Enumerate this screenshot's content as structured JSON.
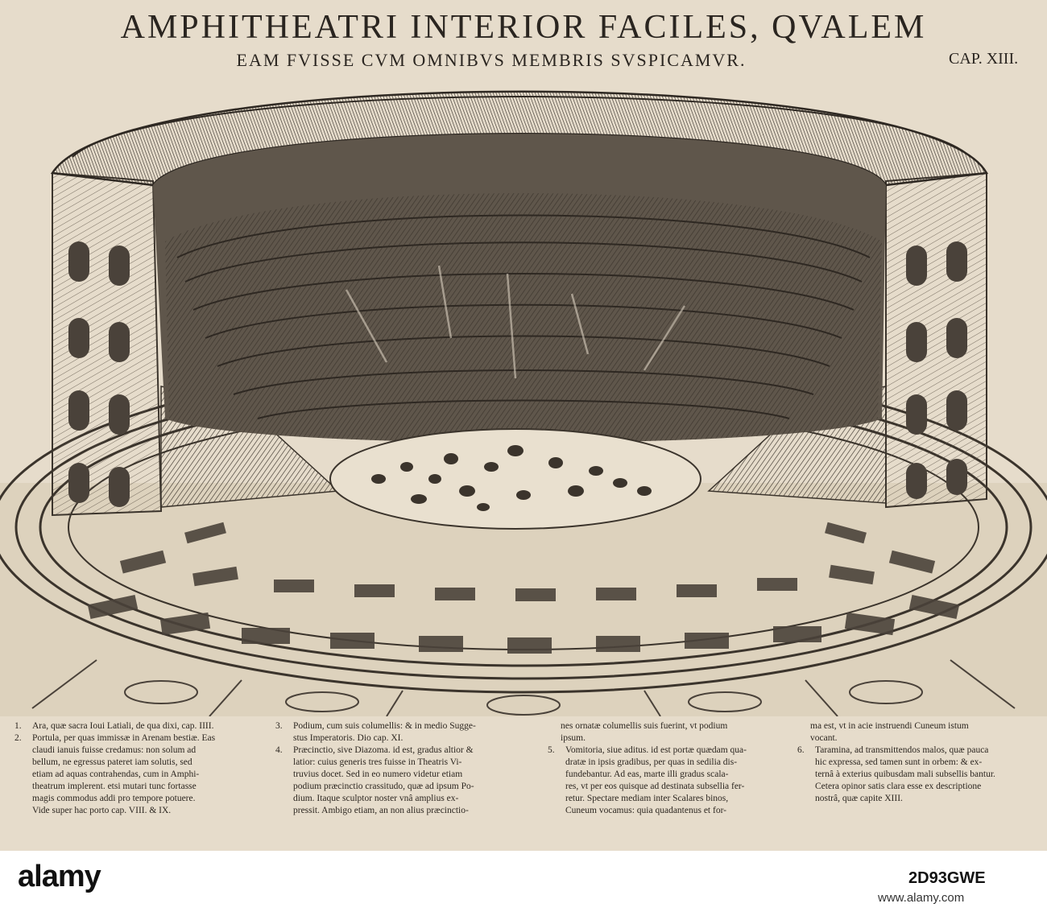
{
  "header": {
    "title": "AMPHITHEATRI INTERIOR FACILES, QVALEM",
    "subtitle": "EAM FVISSE CVM OMNIBVS MEMBRIS SVSPICAMVR.",
    "chapter": "CAP. XIII."
  },
  "legend": {
    "col1": {
      "items": [
        {
          "num": "1.",
          "lines": [
            "Ara, quæ sacra Ioui Latiali, de qua dixi, cap. IIII."
          ]
        },
        {
          "num": "2.",
          "lines": [
            "Portula, per quas immissæ in Arenam bestiæ. Eas",
            "claudi ianuis fuisse credamus: non solum ad",
            "bellum, ne egressus pateret iam solutis, sed",
            "etiam ad aquas contrahendas, cum in Amphi-",
            "theatrum implerent. etsi mutari tunc fortasse",
            "magis commodus addi pro tempore potuere.",
            "Vide super hac porto cap. VIII. & IX."
          ]
        }
      ]
    },
    "col2": {
      "items": [
        {
          "num": "3.",
          "lines": [
            "Podium, cum suis columellis: & in medio Sugge-",
            "stus Imperatoris. Dio cap. XI."
          ]
        },
        {
          "num": "4.",
          "lines": [
            "Præcinctio, sive Diazoma. id est, gradus altior &",
            "latior: cuius generis tres fuisse in Theatris Vi-",
            "truvius docet. Sed in eo numero videtur etiam",
            "podium præcinctio crassitudo, quæ ad ipsum Po-",
            "dium. Itaque sculptor noster vnâ amplius ex-",
            "pressit. Ambigo etiam, an non alius præcinctio-"
          ]
        }
      ]
    },
    "col3": {
      "items": [
        {
          "num": "",
          "lines": [
            "nes ornatæ columellis suis fuerint, vt podium",
            "ipsum."
          ]
        },
        {
          "num": "5.",
          "lines": [
            "Vomitoria, siue aditus. id est portæ quædam qua-",
            "dratæ in ipsis gradibus, per quas in sedilia dis-",
            "fundebantur. Ad eas, marte illi gradus scala-",
            "res, vt per eos quisque ad destinata subsellia fer-",
            "retur. Spectare mediam inter Scalares binos,",
            "Cuneum vocamus: quia quadantenus et for-"
          ]
        }
      ]
    },
    "col4": {
      "items": [
        {
          "num": "",
          "lines": [
            "ma est, vt in acie instruendi Cuneum istum",
            "vocant."
          ]
        },
        {
          "num": "6.",
          "lines": [
            "Taramina, ad transmittendos malos, quæ pauca",
            "hic expressa, sed tamen sunt in orbem: & ex-",
            "ternâ à exterius quibusdam mali subsellis bantur.",
            "Cetera opinor satis clara esse ex descriptione",
            "nostrâ, quæ capite XIII."
          ]
        }
      ]
    }
  },
  "watermark": {
    "brand": "alamy",
    "image_id": "2D93GWE",
    "url": "www.alamy.com"
  }
}
